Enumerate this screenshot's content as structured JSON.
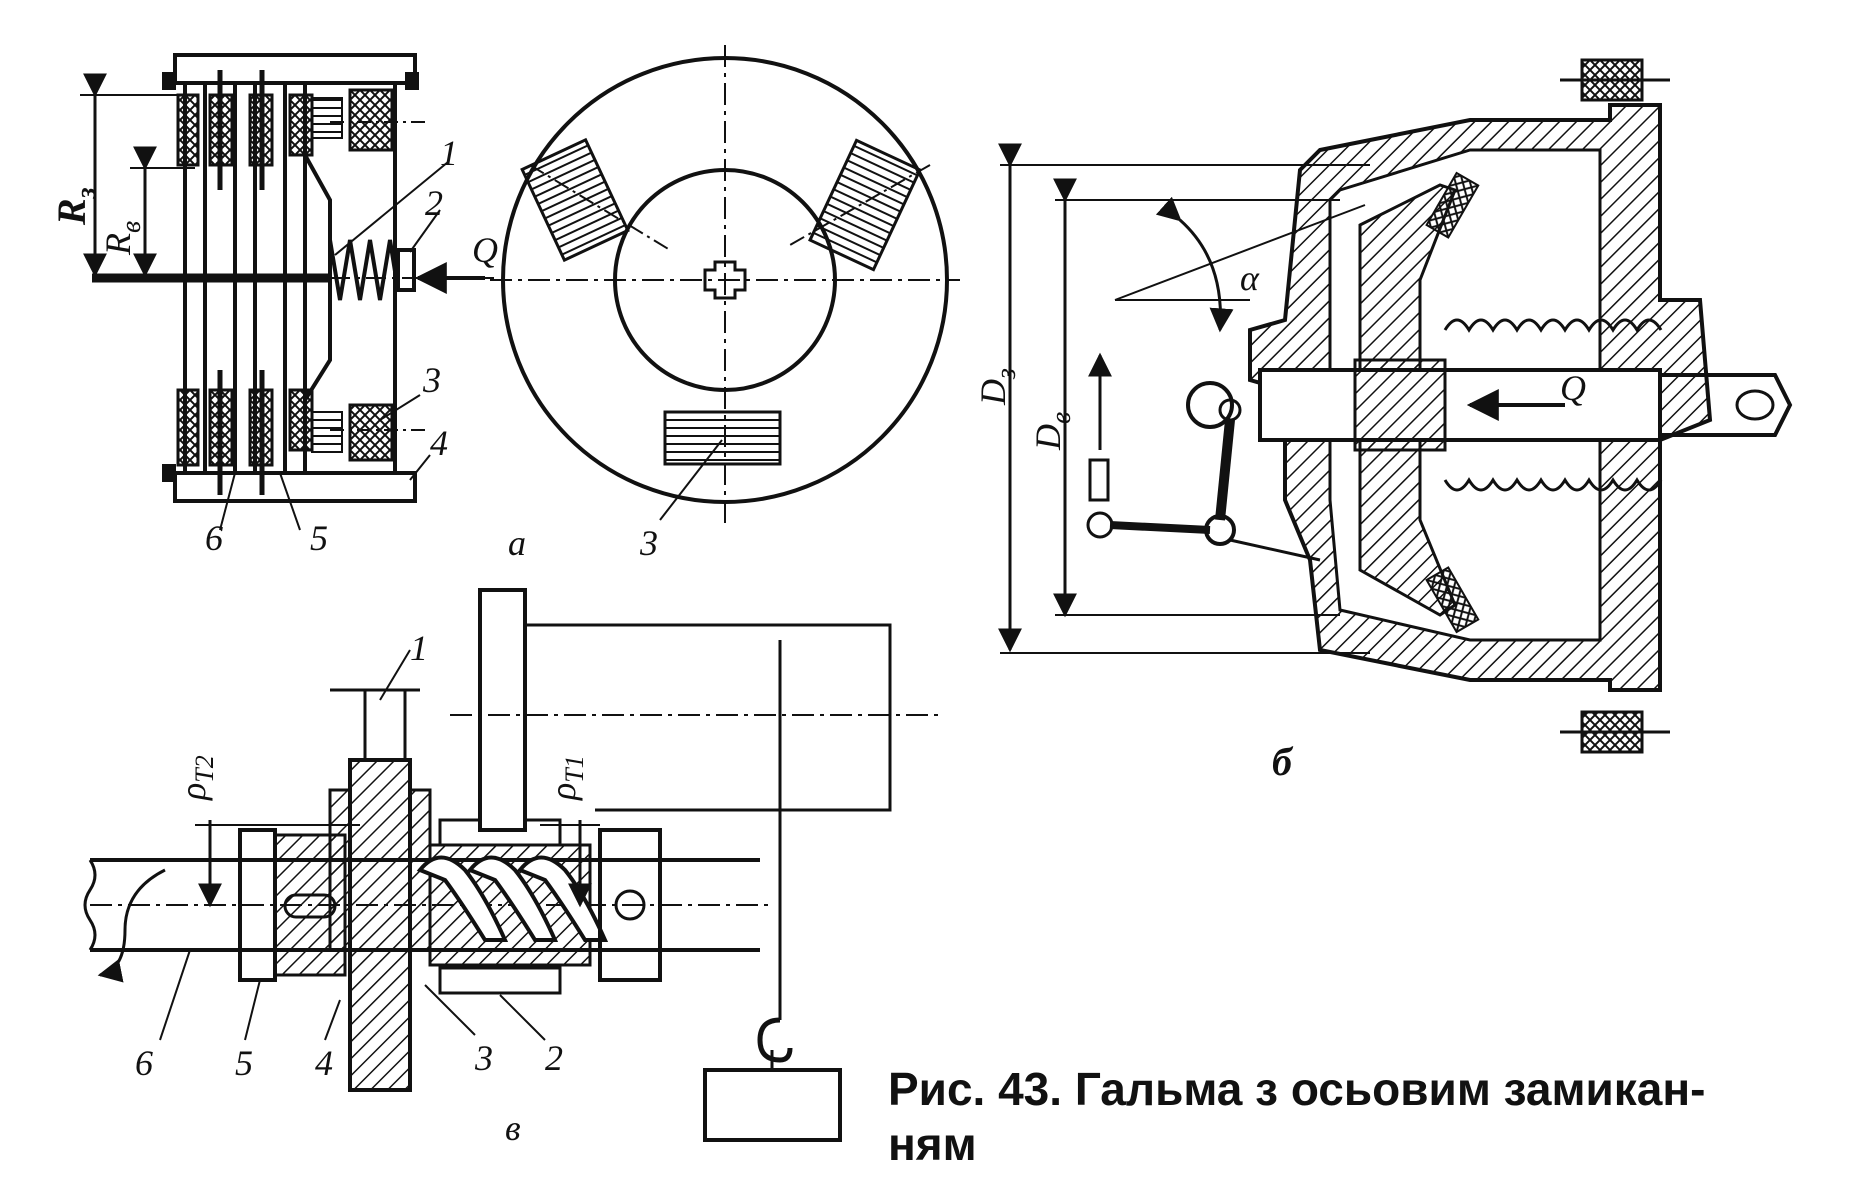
{
  "caption": {
    "line1": "Рис.  43.  Гальма  з  осьовим  замикан-",
    "line2": "ням"
  },
  "view_labels": {
    "a": "а",
    "b": "б",
    "v": "в"
  },
  "view_a": {
    "R3": "R",
    "R3_sub": "з",
    "Rv": "R",
    "Rv_sub": "в",
    "Q": "Q",
    "parts": [
      "1",
      "2",
      "3",
      "4",
      "5",
      "6",
      "3"
    ]
  },
  "view_b": {
    "D3": "D",
    "D3_sub": "з",
    "Dv": "D",
    "Dv_sub": "в",
    "alpha": "α",
    "Q": "Q"
  },
  "view_v": {
    "pT2": "ρ",
    "pT2_sub": "T2",
    "pT1": "ρ",
    "pT1_sub": "T1",
    "parts": [
      "1",
      "2",
      "3",
      "4",
      "5",
      "6"
    ]
  }
}
